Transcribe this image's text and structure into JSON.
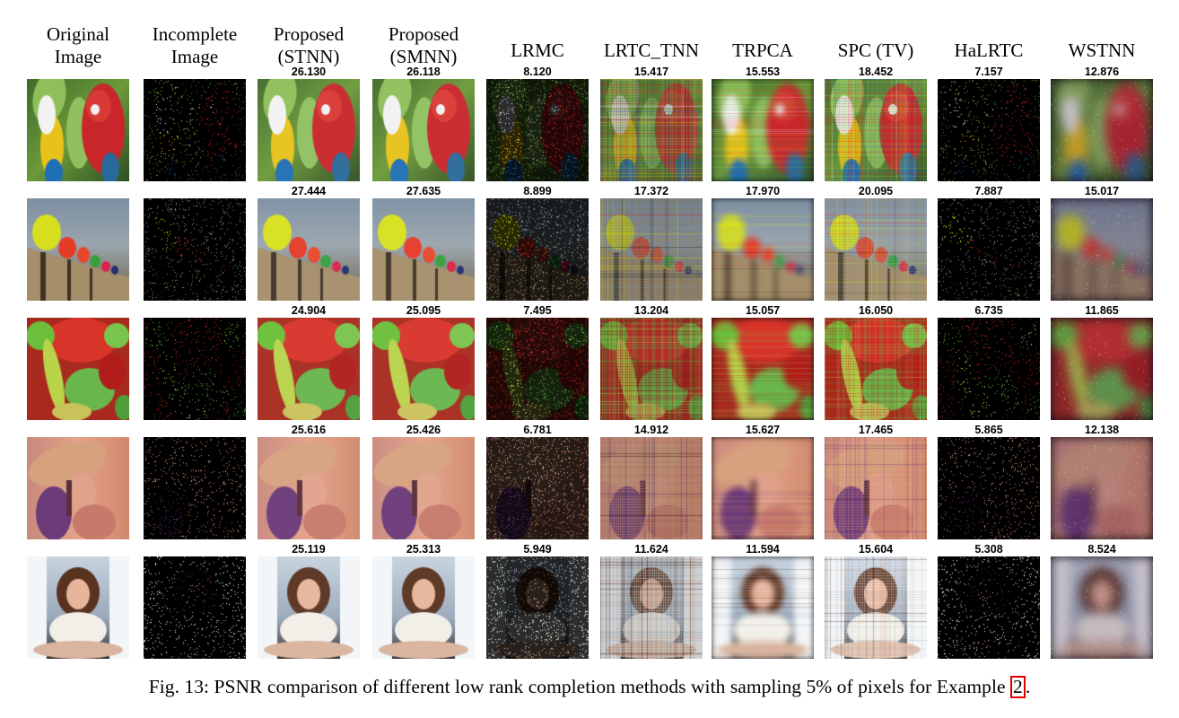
{
  "columns": [
    {
      "id": "original",
      "label_lines": [
        "Original",
        "Image"
      ],
      "kind": "orig"
    },
    {
      "id": "incomplete",
      "label_lines": [
        "Incomplete",
        "Image"
      ],
      "kind": "sparse"
    },
    {
      "id": "stnn",
      "label_lines": [
        "Proposed",
        "(STNN)"
      ],
      "kind": "good"
    },
    {
      "id": "smnn",
      "label_lines": [
        "Proposed",
        "(SMNN)"
      ],
      "kind": "good"
    },
    {
      "id": "lrmc",
      "label_lines": [
        "LRMC"
      ],
      "kind": "dark"
    },
    {
      "id": "lrtc_tnn",
      "label_lines": [
        "LRTC_TNN"
      ],
      "kind": "stripes"
    },
    {
      "id": "trpca",
      "label_lines": [
        "TRPCA"
      ],
      "kind": "smear"
    },
    {
      "id": "spc_tv",
      "label_lines": [
        "SPC (TV)"
      ],
      "kind": "blocky"
    },
    {
      "id": "halrtc",
      "label_lines": [
        "HaLRTC"
      ],
      "kind": "sparse"
    },
    {
      "id": "wstnn",
      "label_lines": [
        "WSTNN"
      ],
      "kind": "blur"
    }
  ],
  "rows": [
    {
      "image": "parrots",
      "psnr": [
        "26.130",
        "26.118",
        "8.120",
        "15.417",
        "15.553",
        "18.452",
        "7.157",
        "12.876"
      ]
    },
    {
      "image": "peppers-helmets",
      "psnr": [
        "27.444",
        "27.635",
        "8.899",
        "17.372",
        "17.970",
        "20.095",
        "7.887",
        "15.017"
      ]
    },
    {
      "image": "peppers",
      "psnr": [
        "24.904",
        "25.095",
        "7.495",
        "13.204",
        "15.057",
        "16.050",
        "6.735",
        "11.865"
      ]
    },
    {
      "image": "lena",
      "psnr": [
        "25.616",
        "25.426",
        "6.781",
        "14.912",
        "15.627",
        "17.465",
        "5.865",
        "12.138"
      ]
    },
    {
      "image": "woman",
      "psnr": [
        "25.119",
        "25.313",
        "5.949",
        "11.624",
        "11.594",
        "15.604",
        "5.308",
        "8.524"
      ]
    }
  ],
  "caption": {
    "text": "Fig. 13: PSNR comparison of different low rank completion methods with sampling 5% of pixels for Example ",
    "ref": "2",
    "end": "."
  },
  "colors": {
    "ref_box": "#e00000"
  }
}
